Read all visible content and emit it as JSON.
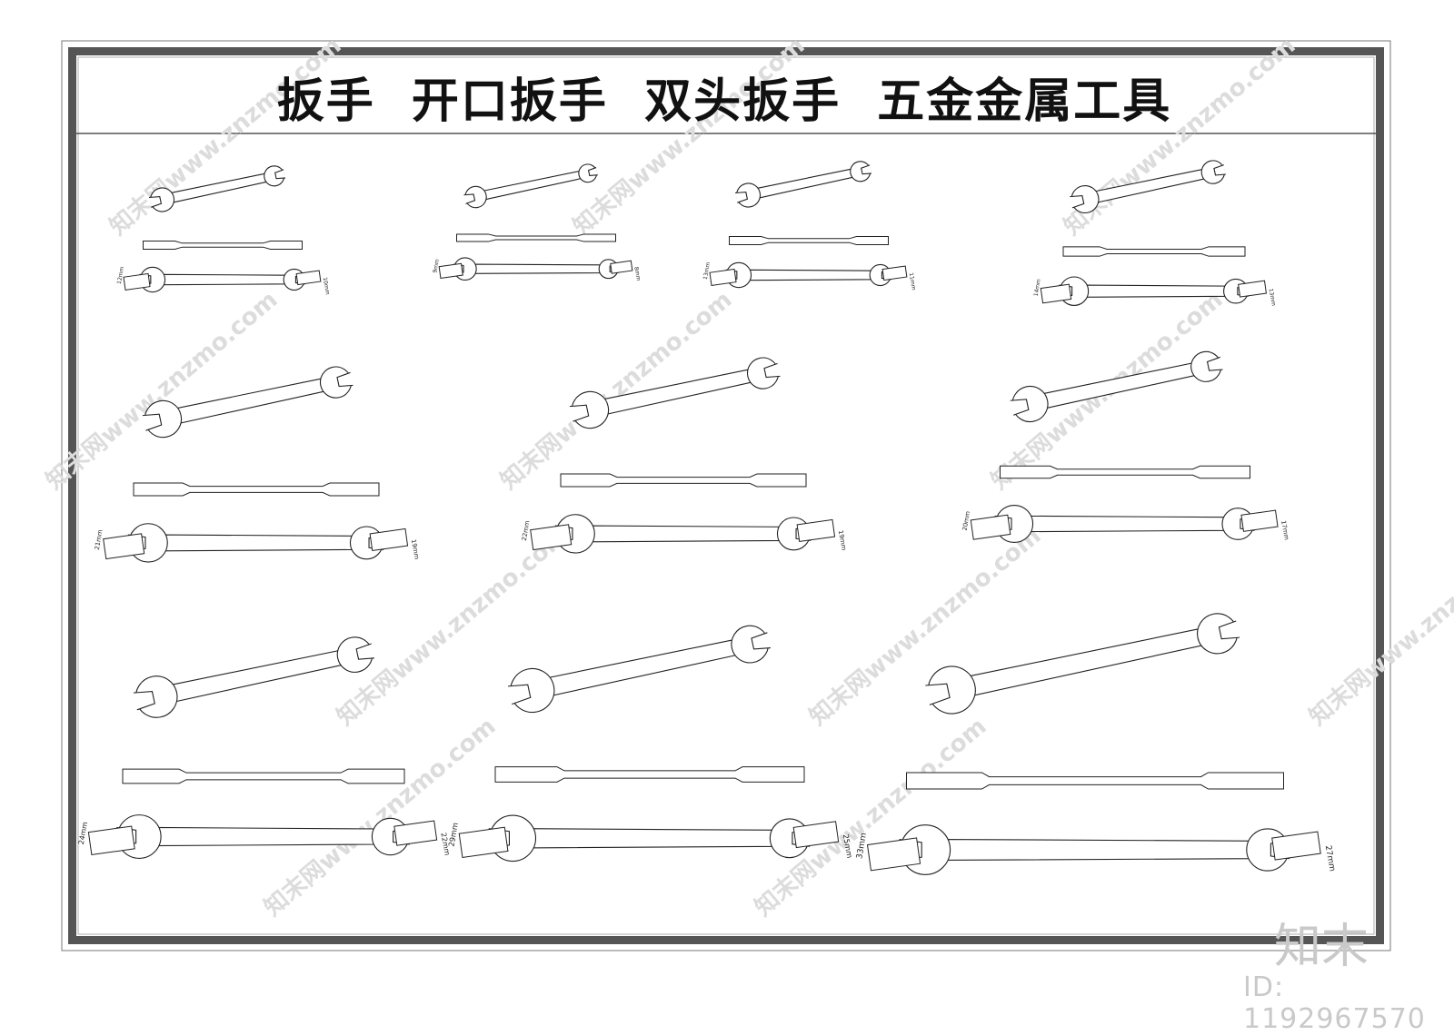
{
  "title": "扳手  开口扳手  双头扳手  五金金属工具",
  "colors": {
    "frame": "#555555",
    "line": "#222222",
    "watermark": "#dcdcdc"
  },
  "watermark": {
    "logo": "知末",
    "id": "ID: 1192967570",
    "site": "知末网www.znzmo.com"
  },
  "wrenches": [
    {
      "size_a": "12mm",
      "size_b": "10mm"
    },
    {
      "size_a": "9mm",
      "size_b": "8mm"
    },
    {
      "size_a": "13mm",
      "size_b": "11mm"
    },
    {
      "size_a": "14mm",
      "size_b": "13mm"
    },
    {
      "size_a": "21mm",
      "size_b": "19mm"
    },
    {
      "size_a": "22mm",
      "size_b": "19mm"
    },
    {
      "size_a": "20mm",
      "size_b": "17mm"
    },
    {
      "size_a": "24mm",
      "size_b": "22mm"
    },
    {
      "size_a": "29mm",
      "size_b": "25mm"
    },
    {
      "size_a": "33mm",
      "size_b": "27mm"
    }
  ]
}
